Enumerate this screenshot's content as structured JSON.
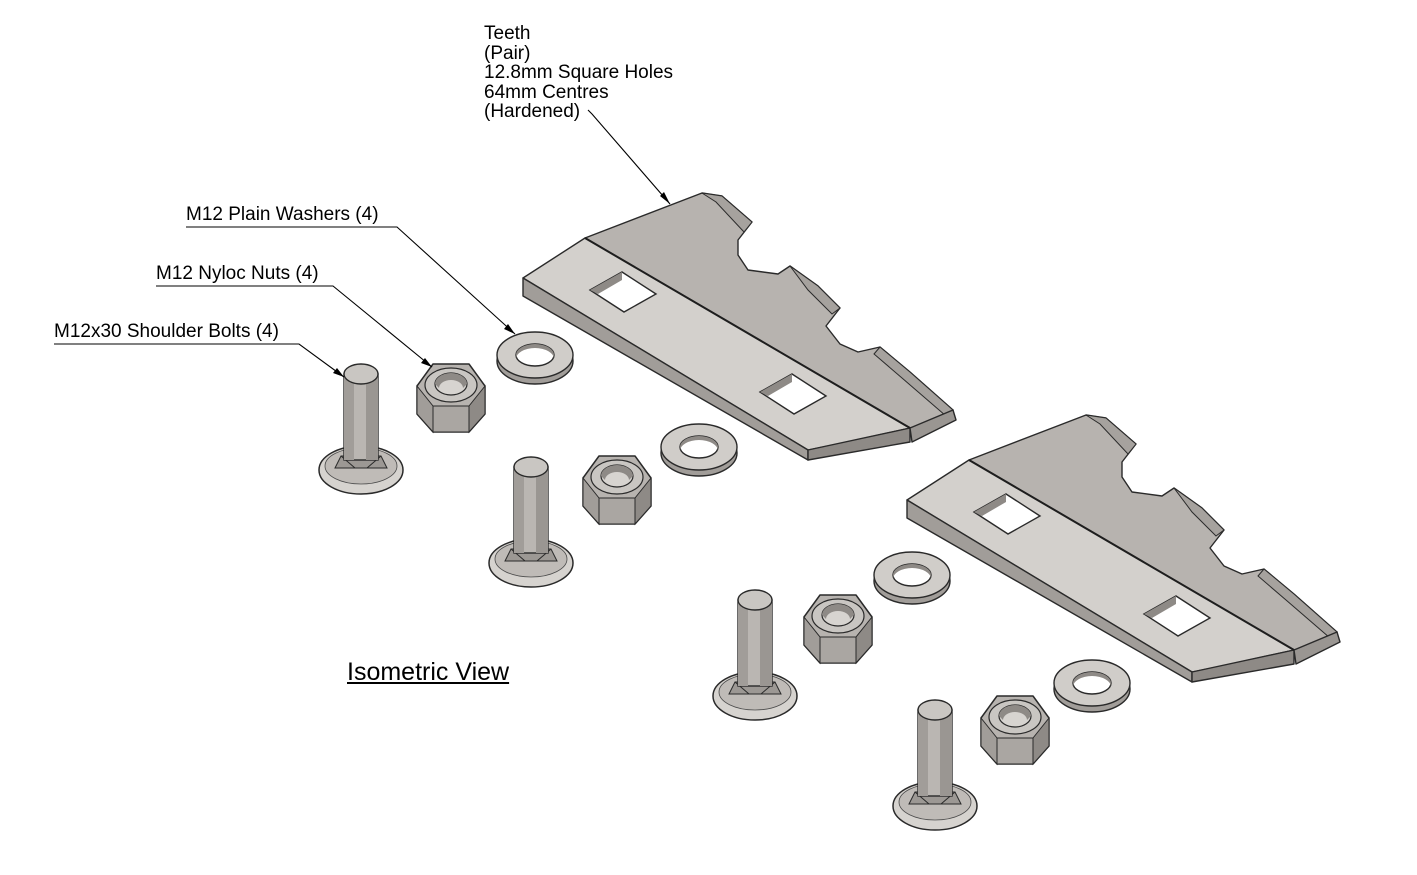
{
  "callouts": {
    "teeth": {
      "lines": [
        "Teeth",
        "(Pair)",
        "12.8mm Square Holes",
        "64mm Centres",
        "(Hardened)"
      ]
    },
    "washers": "M12 Plain Washers (4)",
    "nuts": "M12 Nyloc Nuts (4)",
    "bolts": "M12x30 Shoulder Bolts (4)"
  },
  "view_title": "Isometric View",
  "colors": {
    "metal_top": "#bdb9b5",
    "metal_light": "#d2cfcb",
    "metal_side": "#9d9995",
    "metal_dark": "#7e7a77",
    "outline": "#2a2a2a"
  }
}
